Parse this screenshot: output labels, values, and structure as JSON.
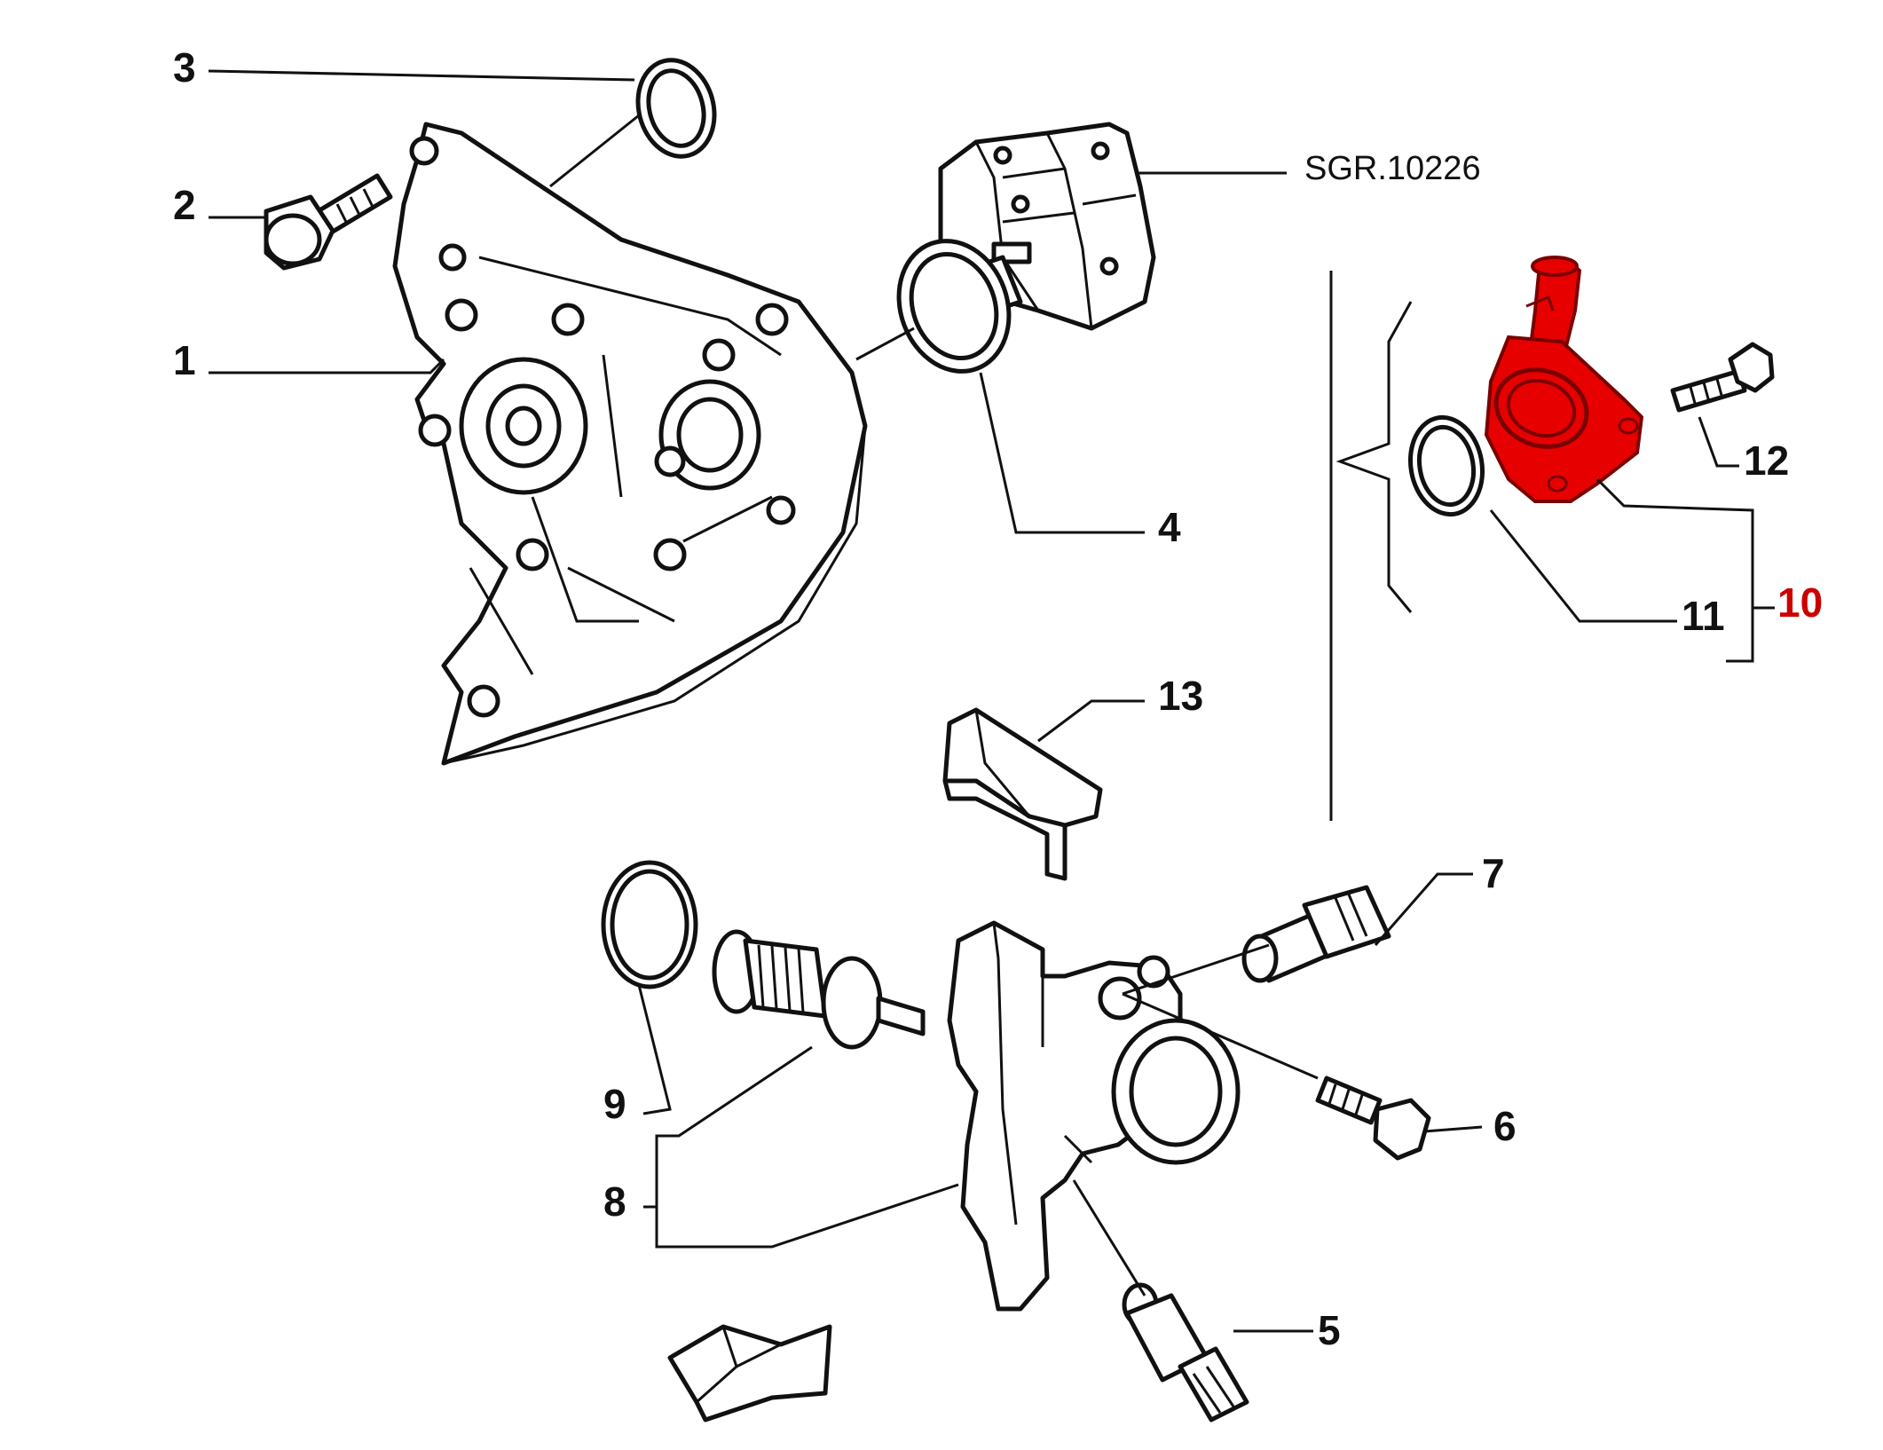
{
  "diagram": {
    "reference_label": "SGR.10226",
    "highlight_color": "#e60000",
    "highlight_label_color": "#cc0000",
    "callouts": [
      {
        "id": "1",
        "label": "1"
      },
      {
        "id": "2",
        "label": "2"
      },
      {
        "id": "3",
        "label": "3"
      },
      {
        "id": "4",
        "label": "4"
      },
      {
        "id": "5",
        "label": "5"
      },
      {
        "id": "6",
        "label": "6"
      },
      {
        "id": "7",
        "label": "7"
      },
      {
        "id": "8",
        "label": "8"
      },
      {
        "id": "9",
        "label": "9"
      },
      {
        "id": "10",
        "label": "10",
        "highlighted": true
      },
      {
        "id": "11",
        "label": "11"
      },
      {
        "id": "12",
        "label": "12"
      },
      {
        "id": "13",
        "label": "13"
      }
    ],
    "parts": [
      {
        "callout": "1",
        "icon": "engine-cover-housing-icon"
      },
      {
        "callout": "2",
        "icon": "flange-bolt-icon"
      },
      {
        "callout": "3",
        "icon": "seal-ring-icon"
      },
      {
        "callout": "4",
        "icon": "o-ring-icon"
      },
      {
        "callout": "5",
        "icon": "temperature-sensor-icon"
      },
      {
        "callout": "6",
        "icon": "bolt-icon"
      },
      {
        "callout": "7",
        "icon": "temperature-sensor-icon"
      },
      {
        "callout": "8",
        "icon": "thermostat-housing-icon"
      },
      {
        "callout": "9",
        "icon": "o-ring-icon"
      },
      {
        "callout": "10",
        "icon": "coolant-outlet-icon"
      },
      {
        "callout": "11",
        "icon": "o-ring-icon"
      },
      {
        "callout": "12",
        "icon": "bolt-icon"
      },
      {
        "callout": "13",
        "icon": "bracket-icon"
      }
    ],
    "icons": [
      "high-pressure-pump-icon",
      "direction-arrow-icon"
    ]
  }
}
